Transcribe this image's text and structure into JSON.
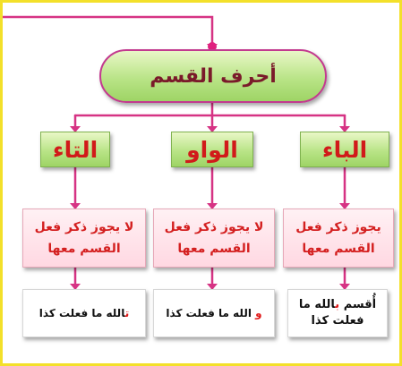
{
  "title": "أحرف القسم",
  "branches": [
    {
      "key": "ba",
      "label": "الباء",
      "rule": "يجوز ذكر فعل القسم معها",
      "example_pre": "أُقسم ",
      "example_accent": "ب",
      "example_post": "الله ما فعلت كذا"
    },
    {
      "key": "waw",
      "label": "الواو",
      "rule": "لا يجوز ذكر فعل القسم معها",
      "example_pre": "",
      "example_accent": "و",
      "example_post": " الله ما فعلت كذا"
    },
    {
      "key": "ta",
      "label": "التاء",
      "rule": "لا يجوز ذكر فعل القسم معها",
      "example_pre": "",
      "example_accent": "ت",
      "example_post": "الله ما فعلت كذا"
    }
  ],
  "colors": {
    "frame": "#f3e02a",
    "connector": "#d63384",
    "box_green": "#b9e487",
    "box_pink": "#ffd8e2",
    "text_red": "#d11a1a"
  }
}
